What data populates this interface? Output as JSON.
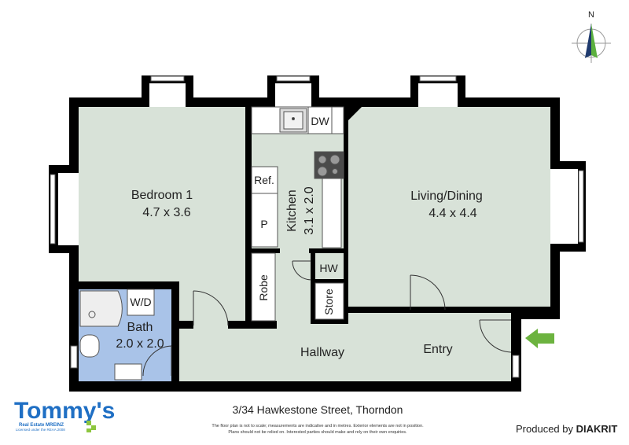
{
  "colors": {
    "wall": "#000000",
    "room": "#d8e2d8",
    "bath": "#a9c3e8",
    "arrow": "#6cb33f",
    "logo_blue": "#1f6fc4",
    "logo_green": "#8dc63f"
  },
  "compass": {
    "label": "N"
  },
  "rooms": {
    "bedroom": {
      "name": "Bedroom 1",
      "size": "4.7 x 3.6"
    },
    "kitchen": {
      "name": "Kitchen",
      "size": "3.1 x 2.0"
    },
    "living": {
      "name": "Living/Dining",
      "size": "4.4 x 4.4"
    },
    "bath": {
      "name": "Bath",
      "size": "2.0 x 2.0"
    },
    "hallway": {
      "name": "Hallway"
    },
    "entry": {
      "name": "Entry"
    }
  },
  "fixtures": {
    "dw": "DW",
    "ref": "Ref.",
    "pantry": "P",
    "robe": "Robe",
    "hw": "HW",
    "store": "Store",
    "wd": "W/D"
  },
  "footer": {
    "address": "3/34 Hawkestone Street, Thorndon",
    "disclaimer_1": "The floor plan is not to scale; measurements are indicative and in metres. Exterior elements are not in position.",
    "disclaimer_2": "Plans should not be relied on. Interested parties should make and rely on their own enquiries.",
    "produced_by": "Produced by",
    "producer": "DIAKRIT"
  },
  "logo": {
    "name": "Tommy's",
    "line1": "Real Estate MREINZ",
    "line2": "Licensed under the REAA 2008"
  }
}
